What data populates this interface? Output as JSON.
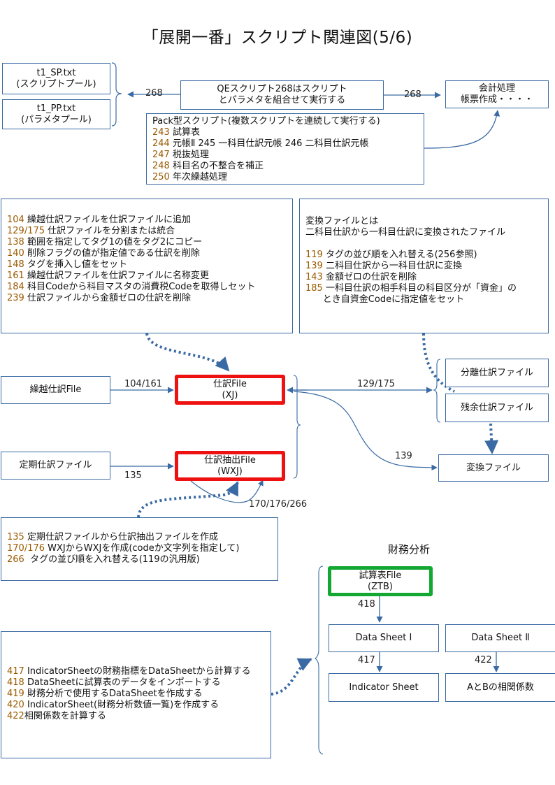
{
  "title": "「展開一番」スクリプト関連図(5/6)",
  "top": {
    "sp_file": [
      "t1_SP.txt",
      "(スクリプトプール)"
    ],
    "pp_file": [
      "t1_PP.txt",
      "(パラメタプール)"
    ],
    "qe_box": [
      "QEスクリプト268はスクリプト",
      "とパラメタを組合せて実行する"
    ],
    "accounting_box": [
      "会計処理",
      "帳票作成・・・・"
    ],
    "arrow_left_label": "268",
    "arrow_right_label": "268",
    "pack_box": {
      "heading": "Pack型スクリプト(複数スクリプトを連続して実行する)",
      "lines": [
        "243 試算表",
        "244 元帳Ⅱ  245 一科目仕訳元帳  246 二科目仕訳元帳",
        "247 税抜処理",
        "248 科目名の不整合を補正",
        "250 年次繰越処理"
      ]
    }
  },
  "middle": {
    "journal_scripts": [
      "104 繰越仕訳ファイルを仕訳ファイルに追加",
      "129/175 仕訳ファイルを分割または統合",
      "138 範囲を指定してタグ1の値をタグ2にコピー",
      "140 削除フラグの値が指定値である仕訳を削除",
      "148 タグを挿入し値をセット",
      "161 繰越仕訳ファイルを仕訳ファイルに名称変更",
      "184 科目Codeから科目マスタの消費税Codeを取得しセット",
      "239 仕訳ファイルから金額ゼロの仕訳を削除"
    ],
    "conversion_info": {
      "intro": [
        "変換ファイルとは",
        "二科目仕訳から一科目仕訳に変換されたファイル"
      ],
      "lines": [
        "119 タグの並び順を入れ替える(256参照)",
        "139 二科目仕訳から一科目仕訳に変換",
        "143 金額ゼロの仕訳を削除",
        "185 一科目仕訳の相手科目の科目区分が「資金」の",
        "      とき自資金Codeに指定値をセット"
      ]
    },
    "carryover_file": "繰越仕訳File",
    "journal_file": [
      "仕訳File",
      "(XJ)"
    ],
    "periodic_file": "定期仕訳ファイル",
    "extract_file": [
      "仕訳抽出File",
      "(WXJ)"
    ],
    "split_file": "分離仕訳ファイル",
    "remain_file": "残余仕訳ファイル",
    "converted_file": "変換ファイル",
    "labels": {
      "carry_to_journal": "104/161",
      "split": "129/175",
      "convert": "139",
      "periodic_to_extract": "135",
      "extract_loop": "170/176/266"
    },
    "extract_scripts": [
      "135 定期仕訳ファイルから仕訳抽出ファイルを作成",
      "170/176 WXJからWXJを作成(codeか文字列を指定して)",
      "266  タグの並び順を入れ替える(119の汎用版)"
    ]
  },
  "bottom": {
    "heading": "財務分析",
    "trial_balance": [
      "試算表File",
      "(ZTB)"
    ],
    "data_sheet_1": "Data Sheet Ⅰ",
    "data_sheet_2": "Data Sheet Ⅱ",
    "indicator_sheet": "Indicator Sheet",
    "correlation": "AとBの相関係数",
    "labels": {
      "tb_to_ds1": "418",
      "ds1_to_ind": "417",
      "ds2_to_corr": "422"
    },
    "analysis_scripts": [
      "417 IndicatorSheetの財務指標をDataSheetから計算する",
      "418 DataSheetに試算表のデータをインポートする",
      "419 財務分析で使用するDataSheetを作成する",
      "420 IndicatorSheet(財務分析数値一覧)を作成する",
      "422相関係数を計算する"
    ]
  }
}
